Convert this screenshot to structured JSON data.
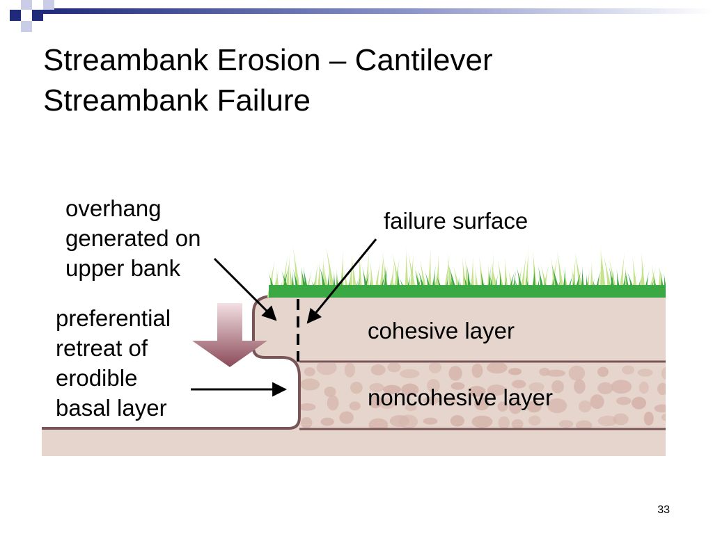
{
  "slide": {
    "title_lines": [
      "Streambank Erosion – Cantilever",
      "Streambank Failure"
    ],
    "page_number": "33"
  },
  "diagram": {
    "labels": {
      "overhang": [
        "overhang",
        "generated on",
        "upper bank"
      ],
      "retreat": [
        "preferential",
        "retreat of",
        "erodible",
        "basal layer"
      ],
      "failure_surface": "failure surface",
      "cohesive_layer": "cohesive layer",
      "noncohesive_layer": "noncohesive layer"
    },
    "colors": {
      "grass_dark": "#3aa843",
      "grass_light": "#c5e38c",
      "soil": "#e6d5cc",
      "bank_outline": "#7a5558",
      "pebble": "#d6b6ad",
      "down_arrow_top": "#f3e0e4",
      "down_arrow_bottom": "#8a4a58",
      "title_bar": "#1f2a7a"
    }
  }
}
